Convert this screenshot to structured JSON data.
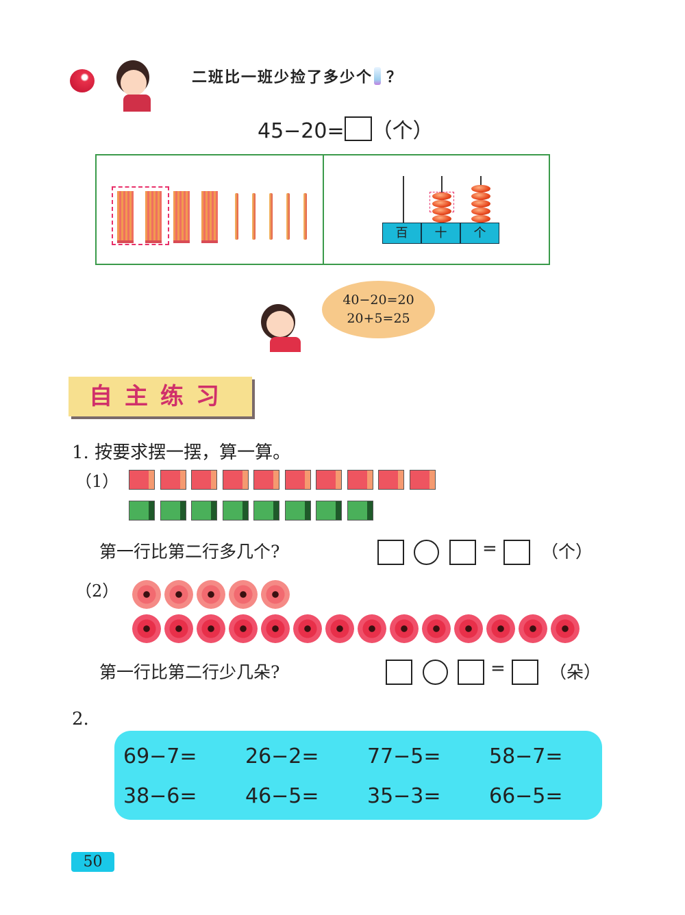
{
  "example": {
    "question": "二班比一班少捡了多少个",
    "question_mark": "？",
    "equation": "45−20=",
    "unit": "（个）",
    "abacus_labels": [
      "百",
      "十",
      "个"
    ],
    "abacus_beads": {
      "tens": 4,
      "ones": 5
    },
    "sticks": {
      "bundles": 4,
      "singles": 5
    },
    "speech": [
      "40−20=20",
      "20+5=25"
    ]
  },
  "section_title": "自主练习",
  "exercise1": {
    "title": "1. 按要求摆一摆，算一算。",
    "part1": {
      "label": "（1）",
      "red_cubes": 10,
      "green_cubes": 8,
      "question": "第一行比第二行多几个?",
      "unit": "（个）"
    },
    "part2": {
      "label": "（2）",
      "row1_flowers": 5,
      "row2_flowers": 14,
      "question": "第一行比第二行少几朵?",
      "unit": "（朵）"
    },
    "equals": "="
  },
  "exercise2": {
    "label": "2.",
    "problems": [
      "69−7=",
      "26−2=",
      "77−5=",
      "58−7=",
      "38−6=",
      "46−5=",
      "35−3=",
      "66−5="
    ]
  },
  "page_number": "50",
  "colors": {
    "frame_green": "#3a9a4a",
    "cyan": "#1ab8d8",
    "panel_cyan": "#4ae3f3",
    "title_pink": "#d0306a",
    "title_bg": "#f7e08f",
    "bubble": "#f7c98a"
  }
}
